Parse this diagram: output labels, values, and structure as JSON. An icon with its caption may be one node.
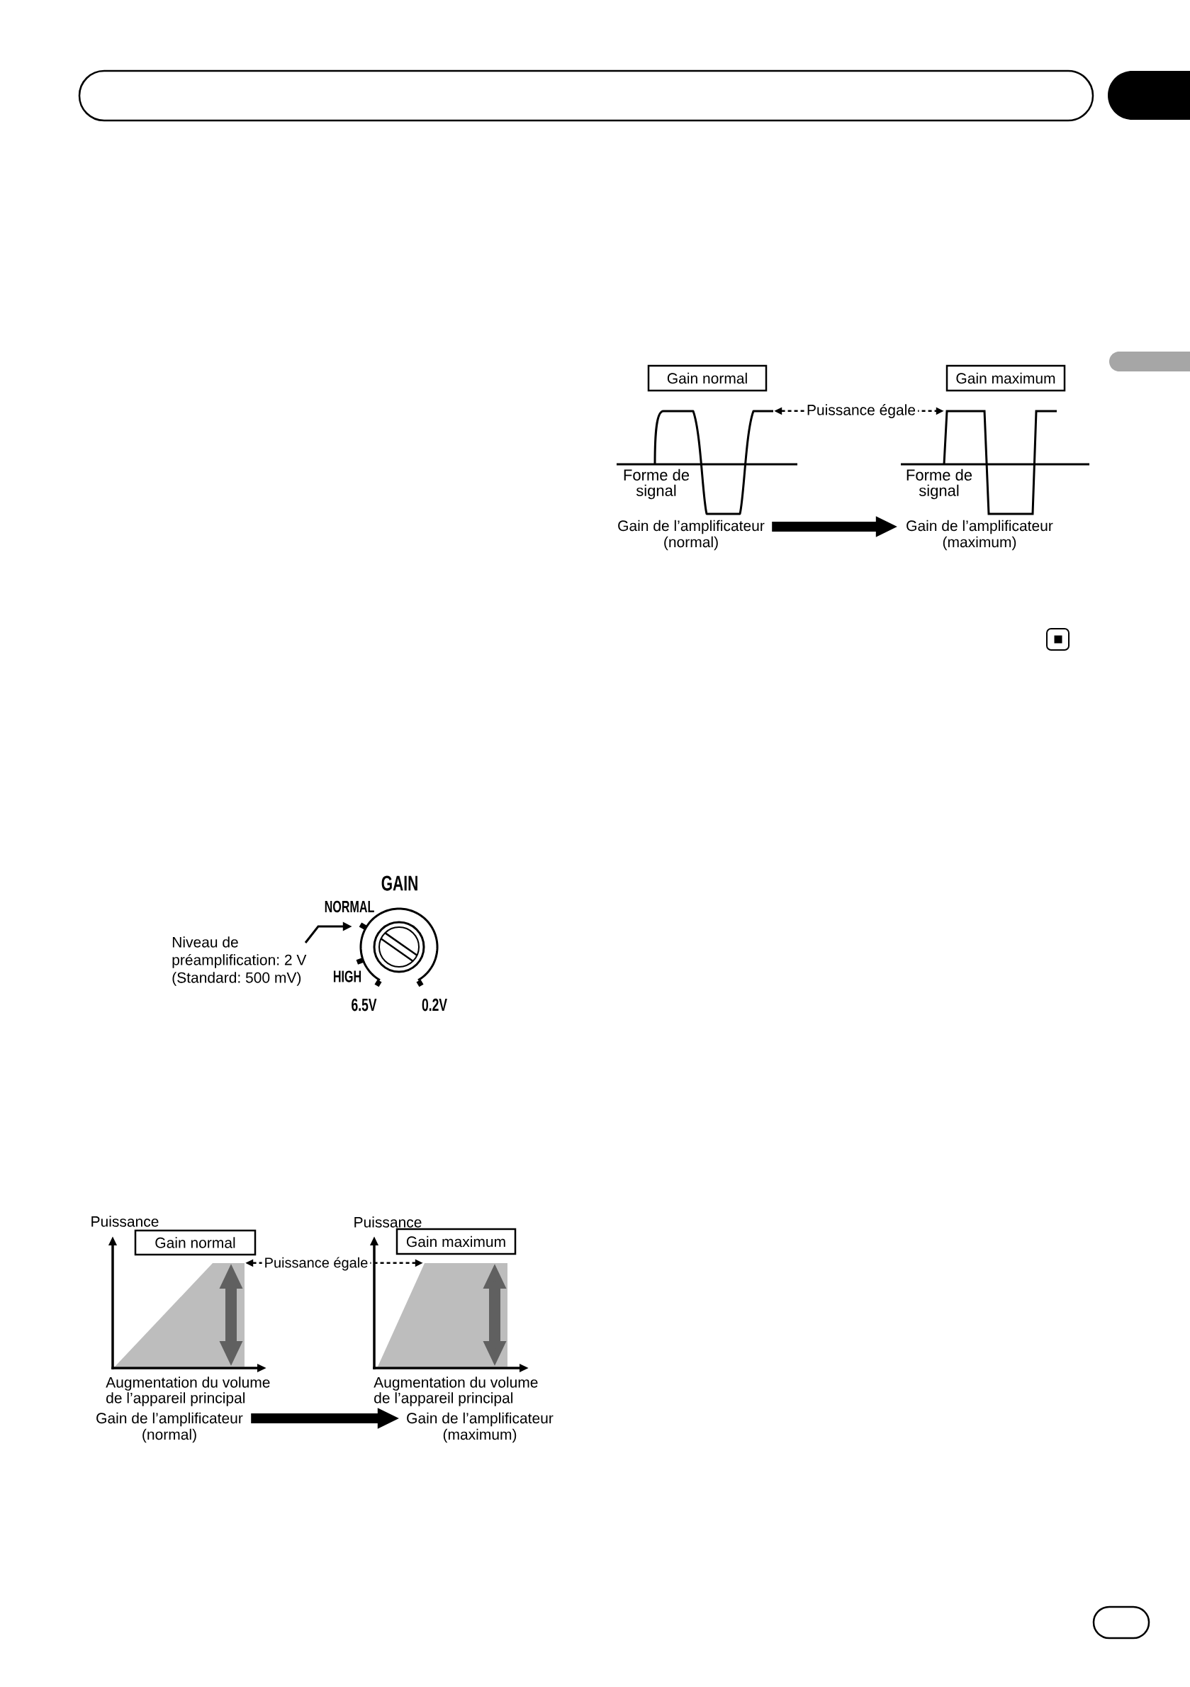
{
  "diagram": {
    "nodes": [
      {
        "text": [],
        "shape": "bar"
      },
      {
        "text": [
          "Gain normal"
        ]
      },
      {
        "text": [
          "Gain maximum"
        ]
      },
      {
        "text": [
          "Forme de signal"
        ]
      },
      {
        "text": [
          "Forme de signal"
        ]
      },
      {
        "text": [
          "Gain de l’amplificateur (normal)"
        ]
      },
      {
        "text": [
          "Gain de l’amplificateur (maximum)"
        ]
      },
      {
        "text": [
          "Niveau de préamplification: 2 V (Standard: 500 mV)"
        ]
      },
      {
        "text": [],
        "shape": "picture",
        "beside": [
          "GAIN",
          "NORMAL",
          "HIGH",
          "6.5V",
          "0.2V"
        ]
      },
      {
        "text": [
          "Gain normal"
        ]
      },
      {
        "text": [
          "Gain maximum"
        ]
      },
      {
        "text": [],
        "shape": "trapezoid"
      },
      {
        "text": [],
        "shape": "trapezoid"
      },
      {
        "text": [
          "Gain de l’amplificateur (normal)"
        ]
      },
      {
        "text": [
          "Gain de l’amplificateur (maximum)"
        ]
      }
    ],
    "edges": [
      {
        "from": 3,
        "to": 4,
        "arrow": "both",
        "label": "Puissance égale",
        "style": "dashed"
      },
      {
        "from": 5,
        "to": 6,
        "arrow": "to",
        "style": "thick"
      },
      {
        "from": 7,
        "to": 8,
        "arrow": "to"
      },
      {
        "from": 11,
        "to": 12,
        "arrow": "both",
        "label": "Puissance égale",
        "style": "dashed"
      },
      {
        "from": 13,
        "to": 14,
        "arrow": "to",
        "style": "thick"
      }
    ],
    "labels": [
      "Puissance",
      "Puissance",
      "Augmentation du volume de l’appareil principal",
      "Augmentation du volume de l’appareil principal"
    ]
  }
}
